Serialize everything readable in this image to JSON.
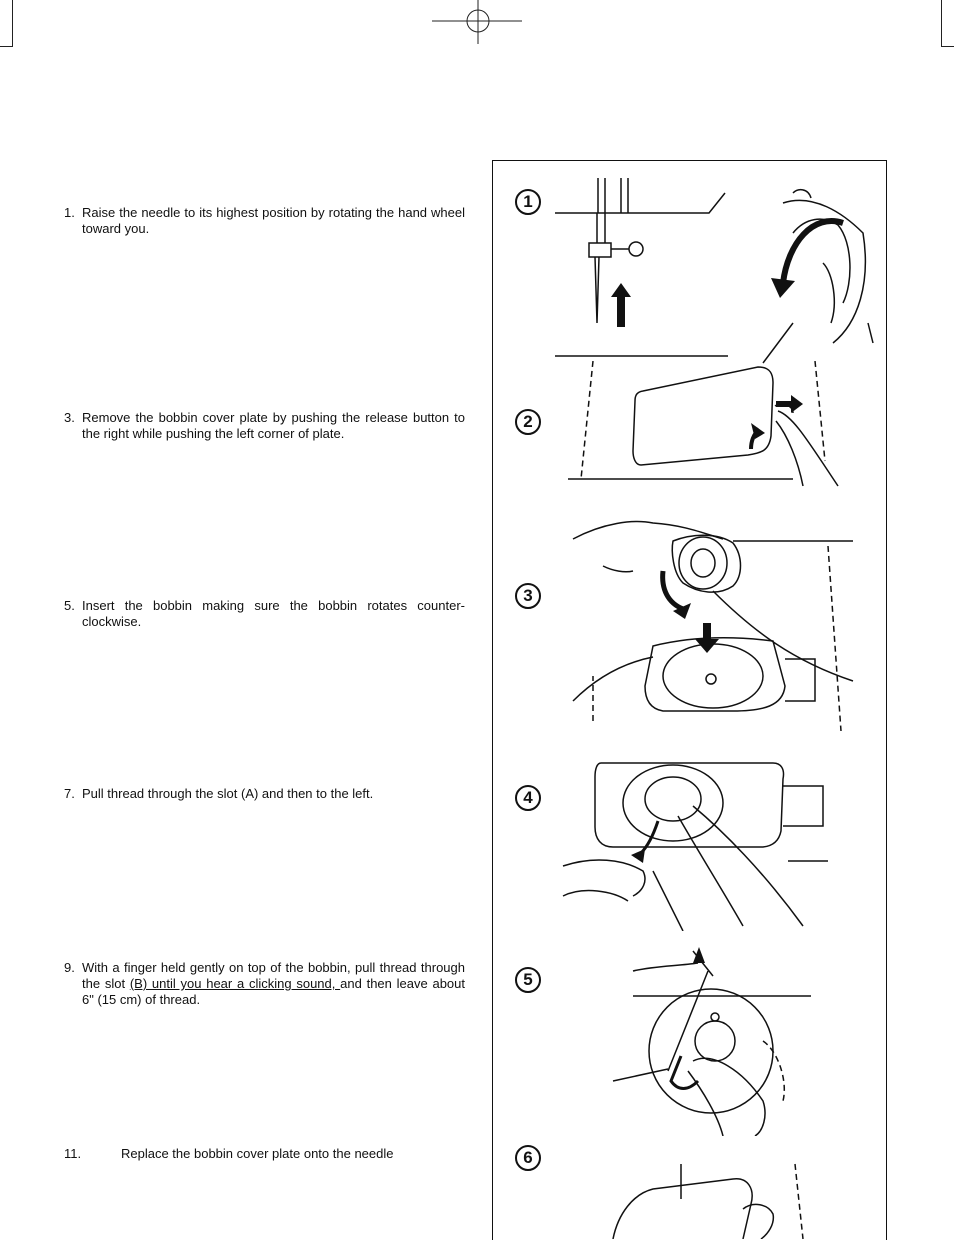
{
  "instructions": [
    {
      "num": "1.",
      "text": "Raise the needle to its highest position by rotating the hand wheel toward you."
    },
    {
      "num": "3.",
      "text": "Remove the bobbin cover plate by pushing the release button to the right while pushing the left corner of plate."
    },
    {
      "num": "5.",
      "text": "Insert the bobbin making sure the bobbin rotates counter-clockwise."
    },
    {
      "num": "7.",
      "text": " Pull thread through the slot (A) and then to the left."
    },
    {
      "num": "9.",
      "text_before": "With a finger held gently on top of the bobbin, pull thread through the slot ",
      "text_underlined": "(B) until you hear a clicking sound, ",
      "text_after": "and then leave about 6\" (15 cm) of thread."
    },
    {
      "num": "11.",
      "text": "Replace the bobbin cover plate onto the needle"
    }
  ],
  "figures": [
    {
      "label": "1",
      "icon": "hand-wheel-rotation-illustration"
    },
    {
      "label": "2",
      "icon": "bobbin-cover-removal-illustration"
    },
    {
      "label": "3",
      "icon": "bobbin-insertion-illustration"
    },
    {
      "label": "4",
      "icon": "thread-slot-a-illustration"
    },
    {
      "label": "5",
      "icon": "thread-slot-b-illustration"
    },
    {
      "label": "6",
      "icon": "cover-plate-replace-illustration"
    }
  ]
}
